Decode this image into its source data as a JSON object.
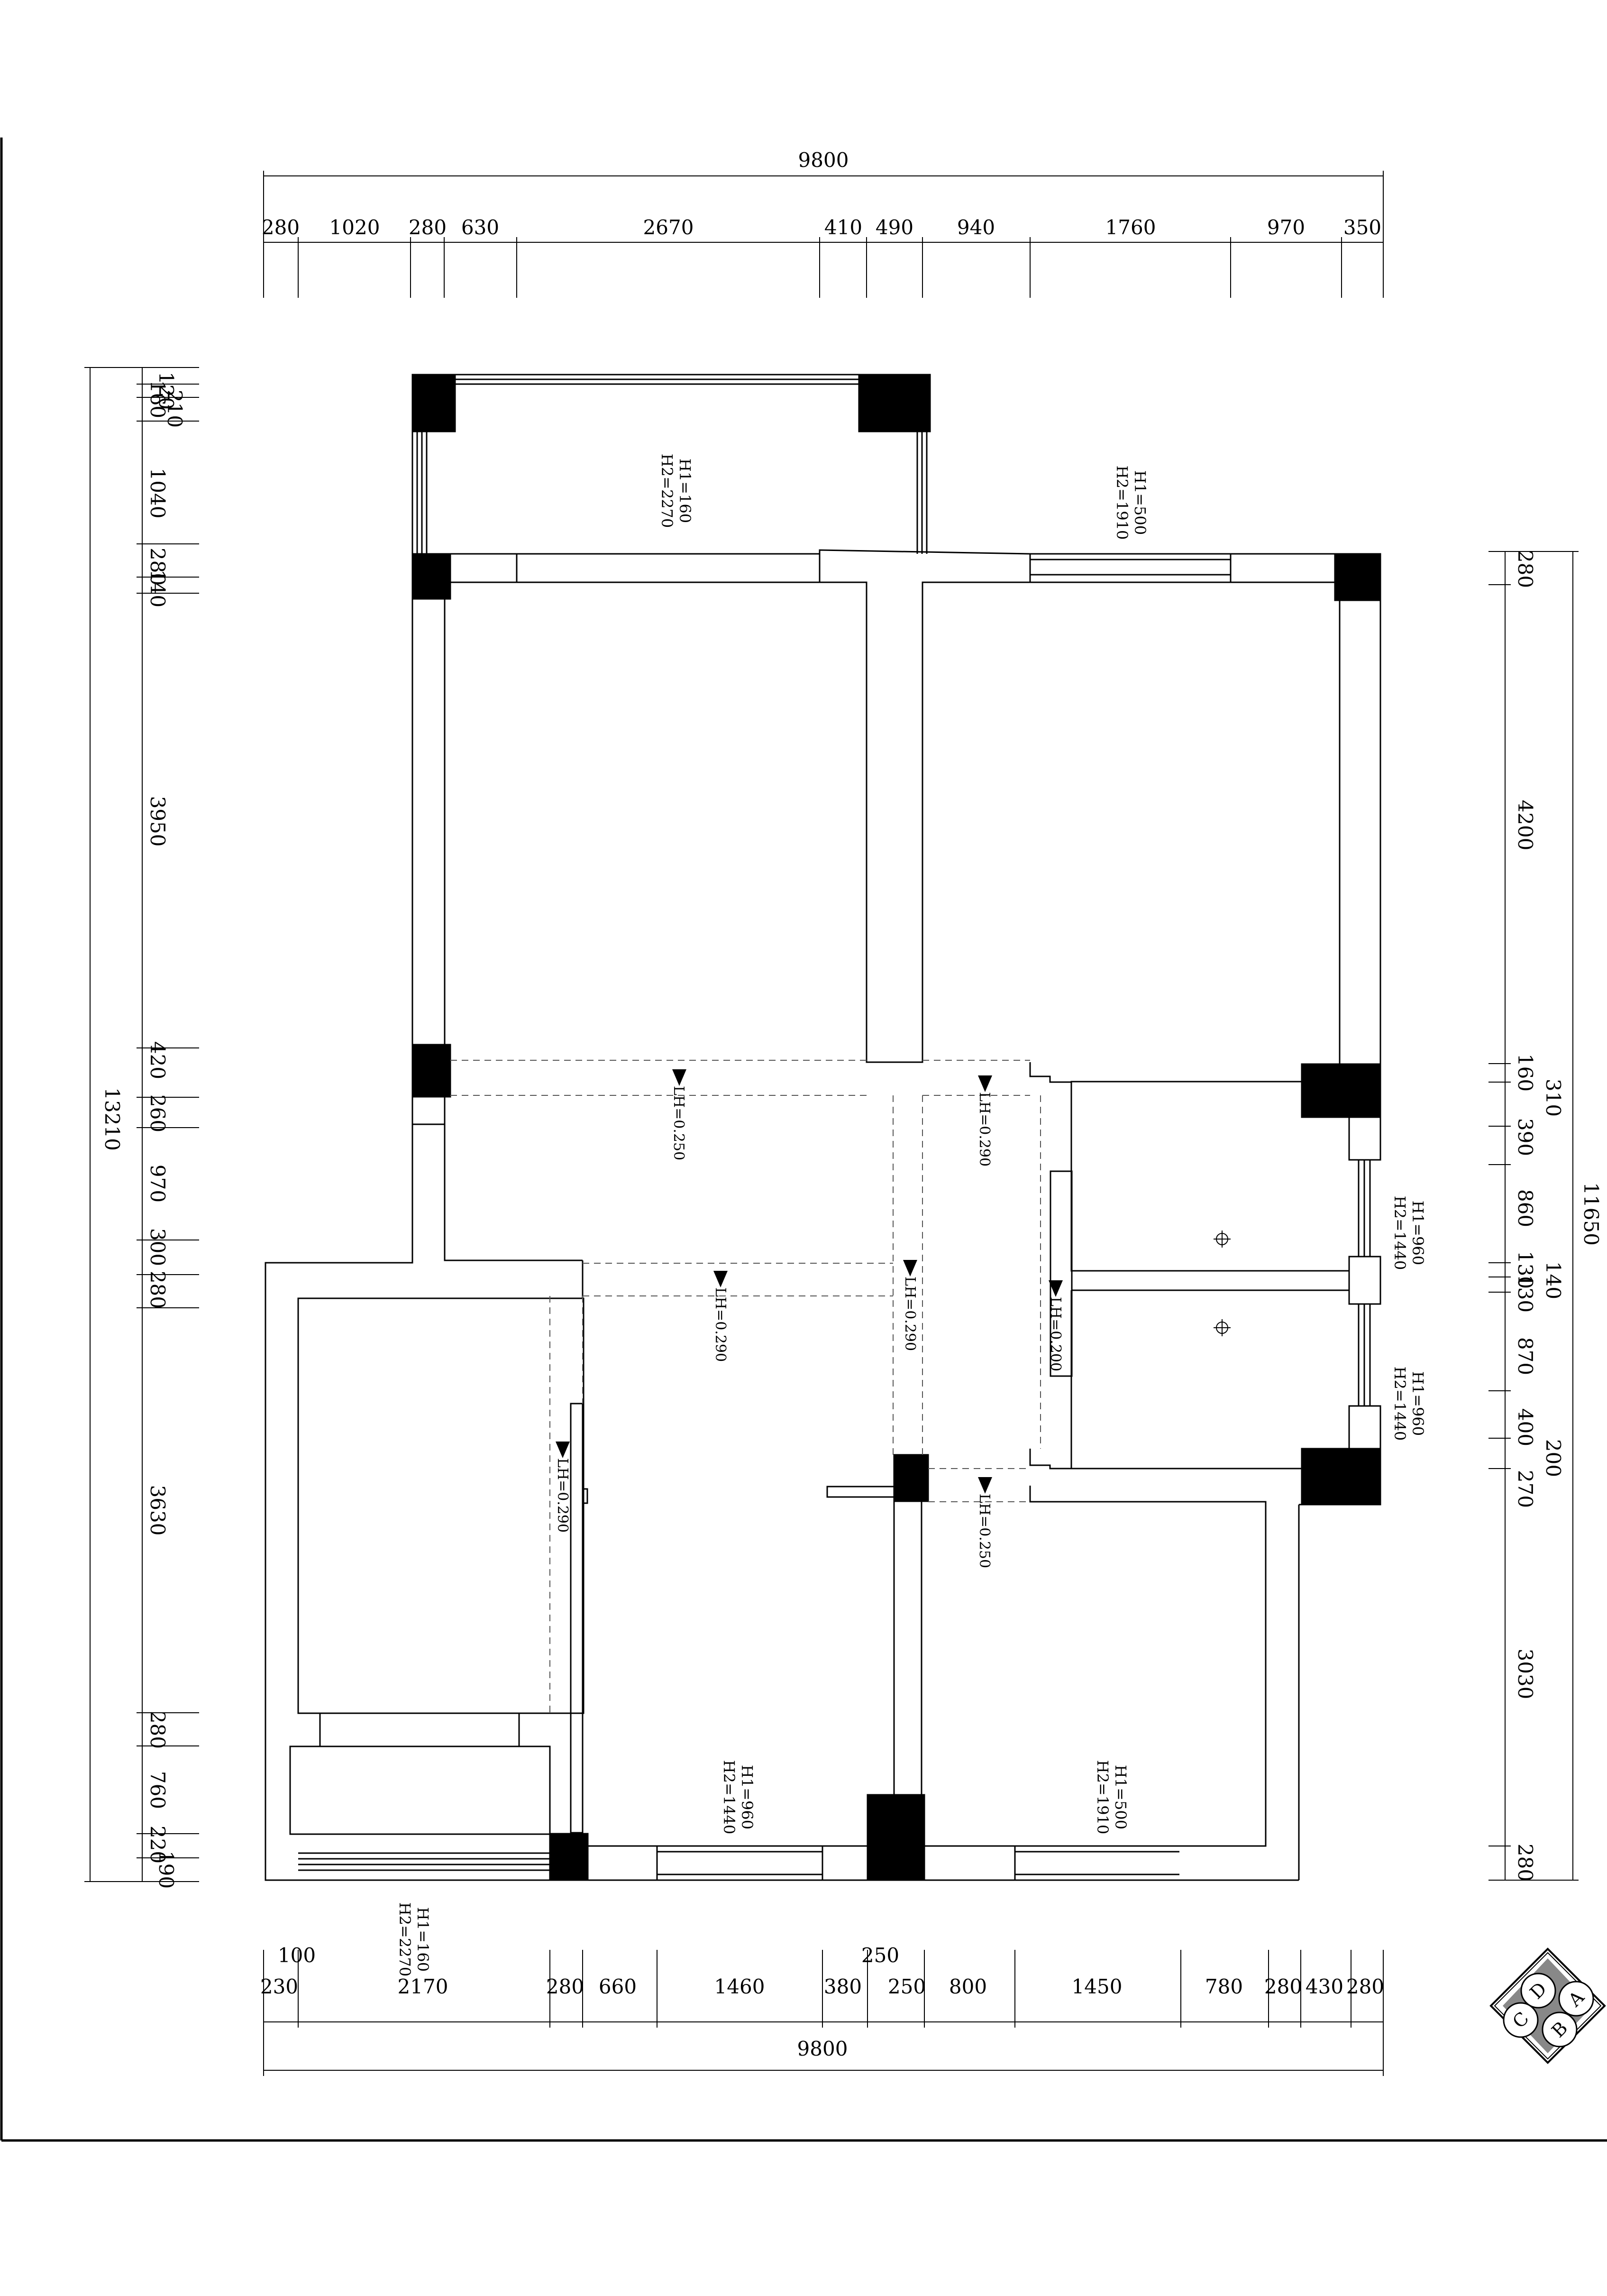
{
  "dimensions": {
    "top_total": "9800",
    "top_segments": [
      "280",
      "1020",
      "280",
      "630",
      "2670",
      "410",
      "490",
      "940",
      "1760",
      "970",
      "350"
    ],
    "bottom_total": "9800",
    "bottom_upper": [
      "100",
      "250"
    ],
    "bottom_segments": [
      "230",
      "2170",
      "280",
      "660",
      "1460",
      "380",
      "250",
      "800",
      "1450",
      "780",
      "280",
      "430",
      "280"
    ],
    "left_total": "13210",
    "left_top_cluster": [
      "160",
      "120",
      "210"
    ],
    "left_segments": [
      "1040",
      "280",
      "140",
      "3950",
      "420",
      "260",
      "970",
      "300",
      "280",
      "3630",
      "280",
      "760",
      "220",
      "190"
    ],
    "right_total": "11650",
    "right_mid": [
      "310",
      "140",
      "200"
    ],
    "right_segments": [
      "280",
      "4200",
      "160",
      "390",
      "860",
      "130",
      "130",
      "870",
      "400",
      "270",
      "3030",
      "280"
    ]
  },
  "annotations": {
    "balcony_window": [
      "H1=160",
      "H2=2270"
    ],
    "bedroom_window": [
      "H1=500",
      "H2=1910"
    ],
    "bath_window_1": [
      "H1=960",
      "H2=1440"
    ],
    "bath_window_2": [
      "H1=960",
      "H2=1440"
    ],
    "kitchen_window": [
      "H1=960",
      "H2=1440"
    ],
    "bottom_bedroom_window": [
      "H1=500",
      "H2=1910"
    ],
    "bottom_balcony": [
      "H1=160",
      "H2=2270"
    ],
    "levels": [
      "LH=0.250",
      "LH=0.290",
      "LH=0.290",
      "LH=0.290",
      "LH=0.200",
      "LH=0.290",
      "LH=0.250"
    ]
  },
  "compass": [
    "D",
    "A",
    "C",
    "B"
  ]
}
